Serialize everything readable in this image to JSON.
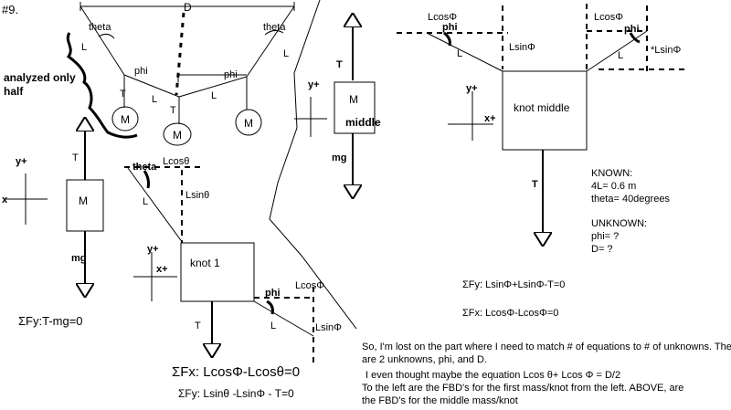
{
  "problem_number": "#9.",
  "setup": {
    "D": "D",
    "theta_left": "theta",
    "theta_right": "theta",
    "phi_left": "phi",
    "phi_right": "phi",
    "L_labels": [
      "L",
      "L",
      "L",
      "L"
    ],
    "T_labels": [
      "T",
      "T"
    ],
    "mass": "M",
    "note": [
      "analyzed only",
      "half"
    ]
  },
  "mass_fbd": {
    "y": "y+",
    "x": "x",
    "T": "T",
    "M": "M",
    "mg": "mg",
    "equation": "ΣFy:T-mg=0"
  },
  "knot1_fbd": {
    "theta": "theta",
    "Lcos_theta": "Lcosθ",
    "Lsin_theta": "Lsinθ",
    "L_left": "L",
    "y": "y+",
    "x": "x+",
    "box": "knot 1",
    "phi": "phi",
    "Lcos_phi": "LcosΦ",
    "L_right": "L",
    "Lsin_phi": "LsinΦ",
    "T": "T",
    "eq_fx": "ΣFx:  LcosΦ-Lcosθ=0",
    "eq_fy": "ΣFy:  Lsinθ  -LsinΦ - T=0"
  },
  "middle_mass_fbd": {
    "T": "T",
    "y": "y+",
    "M": "M",
    "middle": "middle",
    "mg": "mg"
  },
  "middle_knot_fbd": {
    "Lcos_left": "LcosΦ",
    "phi_left": "phi",
    "Lsin_left": "LsinΦ",
    "L_left": "L",
    "y": "y+",
    "x": "x+",
    "box": "knot middle",
    "Lcos_right": "LcosΦ",
    "phi_right": "phi",
    "Lsin_right": "*LsinΦ",
    "L_right": "L",
    "T": "T",
    "eq_fy": "ΣFy:  LsinΦ+LsinΦ-T=0",
    "eq_fx": "ΣFx:  LcosΦ-LcosΦ=0"
  },
  "known": {
    "heading": "KNOWN:",
    "lines": [
      "4L= 0.6 m",
      "theta= 40degrees"
    ]
  },
  "unknown": {
    "heading": "UNKNOWN:",
    "lines": [
      "phi= ?",
      "D= ?"
    ]
  },
  "comments": {
    "line1": "So, I'm lost on the part where I need to match # of equations to # of unknowns. There",
    "line2": "are 2 unknowns, phi, and D.",
    "line3": "I even thought maybe the equation Lcos θ+ Lcos Φ = D/2",
    "line4": "To the left are the FBD's for the first mass/knot from the left.  ABOVE, are",
    "line5": "the FBD's for the middle mass/knot"
  }
}
